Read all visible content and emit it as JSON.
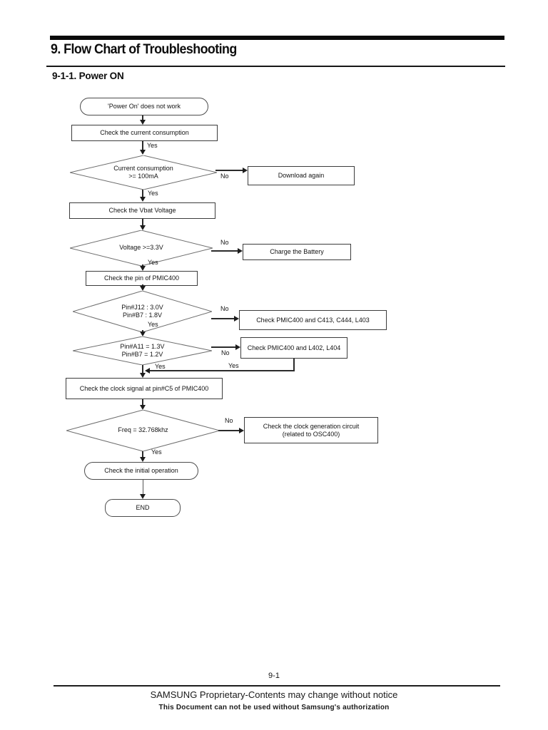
{
  "header": {
    "chapter_title": "9. Flow Chart of Troubleshooting",
    "section_title": "9-1-1. Power ON"
  },
  "flowchart": {
    "labels": {
      "yes": "Yes",
      "no": "No"
    },
    "nodes": {
      "start": "'Power On' does not work",
      "check_current": "Check the current consumption",
      "decision_current": "Current consumption\n>=  100mA",
      "download_again": "Download again",
      "check_vbat": "Check the Vbat Voltage",
      "decision_voltage": "Voltage  >=3.3V",
      "charge_battery": "Charge the Battery",
      "check_pin": "Check the pin of PMIC400",
      "decision_pin1": "Pin#J12  :  3.0V\nPin#B7  :  1.8V",
      "check_c413": "Check PMIC400 and C413, C444, L403",
      "decision_pin2": "Pin#A11 = 1.3V\nPin#B7 = 1.2V",
      "check_l402": "Check PMIC400 and L402, L404",
      "check_clock": "Check the clock signal at pin#C5 of PMIC400",
      "decision_freq": "Freq = 32.768khz",
      "check_clock_gen": "Check the clock generation circuit\n(related to OSC400)",
      "check_initial": "Check the initial operation",
      "end": "END"
    }
  },
  "footer": {
    "page_number": "9-1",
    "proprietary_notice": "SAMSUNG Proprietary-Contents may change without notice",
    "usage_restriction": "This Document can not be used without Samsung's authorization"
  }
}
